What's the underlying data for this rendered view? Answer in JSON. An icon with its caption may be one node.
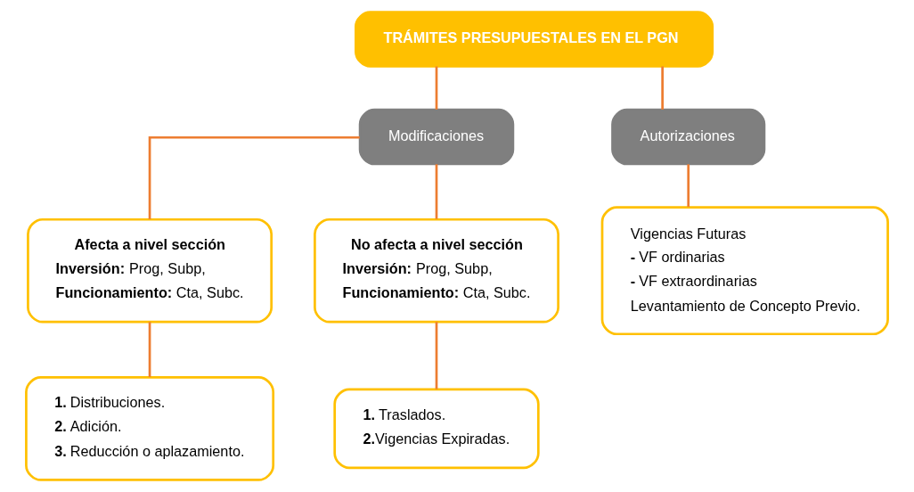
{
  "diagram": {
    "nodes": [
      {
        "text": [
          "TRÁMITES PRESUPUESTALES EN EL PGN"
        ]
      },
      {
        "text": [
          "Modificaciones"
        ]
      },
      {
        "text": [
          "Autorizaciones"
        ]
      },
      {
        "text": [
          "Afecta a nivel sección",
          "**Inversión:** Prog, Subp,",
          "**Funcionamiento:** Cta, Subc."
        ]
      },
      {
        "text": [
          "No afecta a nivel sección",
          "**Inversión:** Prog, Subp,",
          "**Funcionamiento:** Cta, Subc."
        ]
      },
      {
        "text": [
          "Vigencias Futuras",
          "**-** VF ordinarias",
          "**-** VF extraordinarias",
          "Levantamiento de Concepto Previo."
        ]
      },
      {
        "text": [
          "**1.** Distribuciones.",
          "**2.** Adición.",
          "**3.** Reducción o aplazamiento."
        ]
      },
      {
        "text": [
          "**1.** Traslados.",
          "**2.**Vigencias Expiradas."
        ]
      }
    ],
    "edges": [
      {
        "from": 0,
        "to": 1,
        "arrow": "none"
      },
      {
        "from": 0,
        "to": 2,
        "arrow": "none"
      },
      {
        "from": 1,
        "to": 3,
        "arrow": "none"
      },
      {
        "from": 1,
        "to": 4,
        "arrow": "none"
      },
      {
        "from": 2,
        "to": 5,
        "arrow": "none"
      },
      {
        "from": 3,
        "to": 6,
        "arrow": "none"
      },
      {
        "from": 4,
        "to": 7,
        "arrow": "none"
      }
    ]
  }
}
